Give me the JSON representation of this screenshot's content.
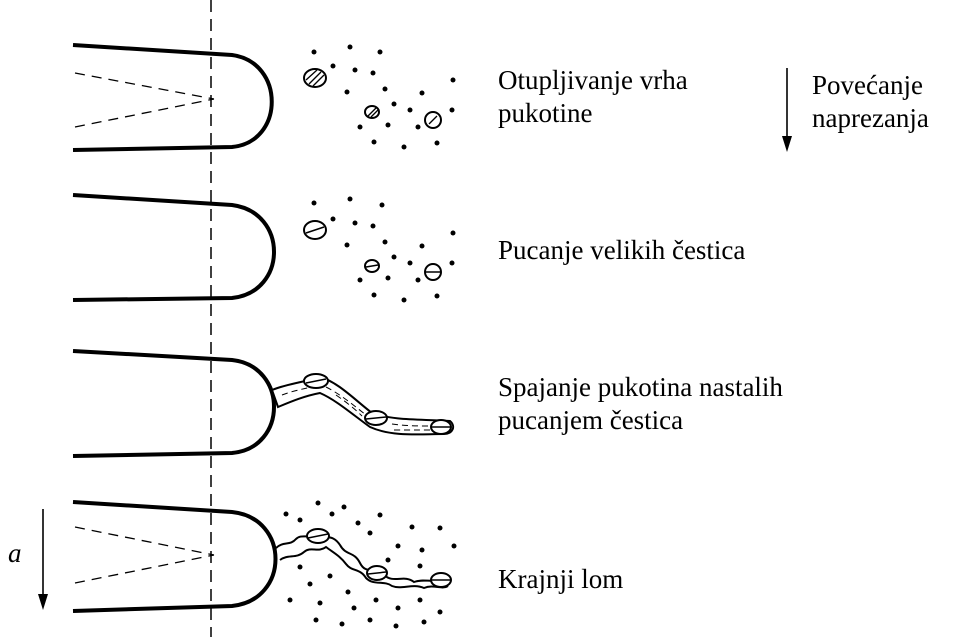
{
  "stages": [
    {
      "label_lines": [
        "Otupljivanje vrha",
        "pukotine"
      ]
    },
    {
      "label_lines": [
        "Pucanje velikih čestica"
      ]
    },
    {
      "label_lines": [
        "Spajanje pukotina nastalih",
        "pucanjem čestica"
      ]
    },
    {
      "label_lines": [
        "Krajnji lom"
      ]
    }
  ],
  "stress_arrow": {
    "label_lines": [
      "Povećanje",
      "naprezanja"
    ]
  },
  "crack_length_symbol": "a",
  "colors": {
    "ink": "#000000",
    "background": "#ffffff"
  }
}
